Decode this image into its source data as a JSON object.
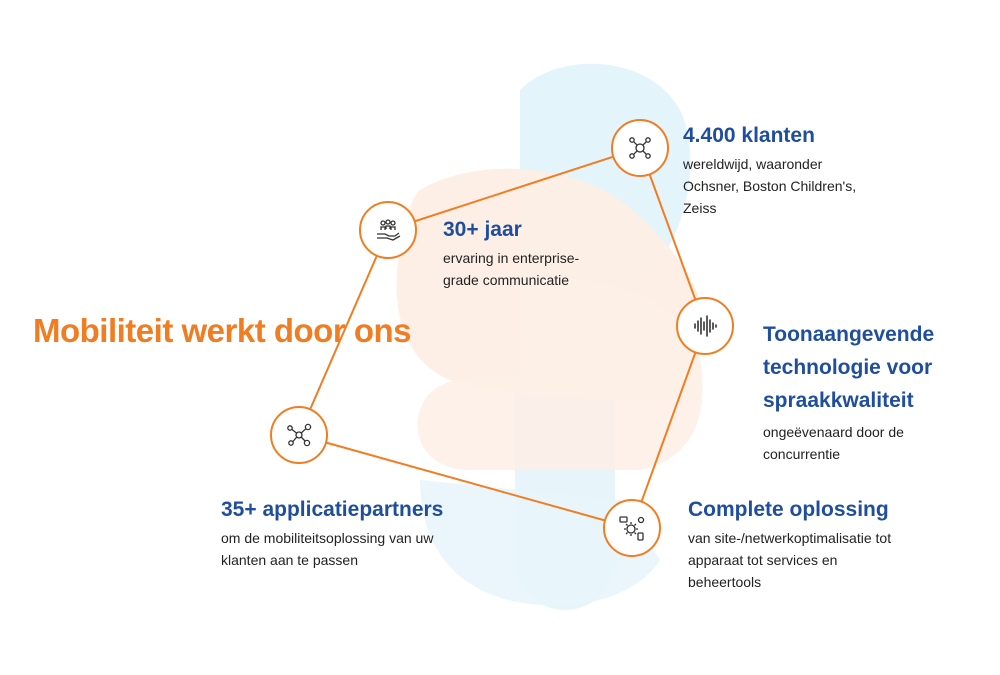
{
  "headline": "Mobiliteit werkt door ons",
  "colors": {
    "accent": "#f07d22",
    "title": "#1f4e9e",
    "text": "#222222",
    "bg_blue": "#e3f3fb",
    "bg_peach": "#fdeee3"
  },
  "nodes": [
    {
      "id": "klanten",
      "icon": "people-network-icon",
      "title": "4.400 klanten",
      "desc": [
        "wereldwijd, waaronder",
        "Ochsner, Boston Children's,",
        "Zeiss"
      ]
    },
    {
      "id": "jaar",
      "icon": "hand-with-people-icon",
      "title": "30+ jaar",
      "desc": [
        "ervaring in enterprise-",
        "grade communicatie"
      ]
    },
    {
      "id": "technologie",
      "icon": "sound-wave-icon",
      "title_lines": [
        "Toonaangevende",
        "technologie voor",
        "spraakkwaliteit"
      ],
      "desc": [
        "ongeëvenaard door de",
        "concurrentie"
      ]
    },
    {
      "id": "partners",
      "icon": "connected-nodes-icon",
      "title": "35+ applicatiepartners",
      "desc": [
        "om de mobiliteitsoplossing van uw",
        "klanten aan te passen"
      ]
    },
    {
      "id": "oplossing",
      "icon": "gears-devices-icon",
      "title": "Complete oplossing",
      "desc": [
        "van site-/netwerkoptimalisatie tot",
        "apparaat tot services en",
        "beheertools"
      ]
    }
  ]
}
